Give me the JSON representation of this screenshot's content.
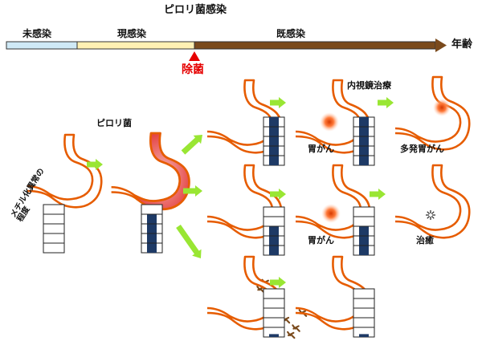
{
  "title": "ピロリ菌感染",
  "timeline": {
    "stages": [
      {
        "label": "未感染",
        "color": "#cfe9f6"
      },
      {
        "label": "現感染",
        "color": "#fff0b3"
      },
      {
        "label": "既感染",
        "color": "#7a4a1c"
      }
    ],
    "axis_label": "年齢",
    "eradication_label": "除菌",
    "eradication_color": "#e60000"
  },
  "labels": {
    "pylori": "ピロリ菌",
    "metaplasia": "メチル化異常の程度",
    "cancer": "胃がん",
    "cure": "治癒",
    "multiple_cancer": "多発胃がん",
    "endoscopic_treatment": "内視鏡治療"
  },
  "methylation_levels": [
    {
      "id": "base",
      "filled_rows": 0
    },
    {
      "id": "infected",
      "filled_rows": 4
    },
    {
      "id": "row1-col1",
      "filled_rows": 5
    },
    {
      "id": "row1-col2",
      "filled_rows": 5
    },
    {
      "id": "row2-col1",
      "filled_rows": 3
    },
    {
      "id": "row2-col2",
      "filled_rows": 3
    },
    {
      "id": "row3-col1",
      "filled_rows": 0.3
    },
    {
      "id": "row3-col2",
      "filled_rows": 0.3
    }
  ],
  "colors": {
    "stomach_outline": "#e65c00",
    "stomach_fill": "#ffffff",
    "stomach_infected": "#e84040",
    "arrow_green": "#99e633",
    "bar_fill": "#1e3a66",
    "lesion": "#ff6a2a"
  }
}
